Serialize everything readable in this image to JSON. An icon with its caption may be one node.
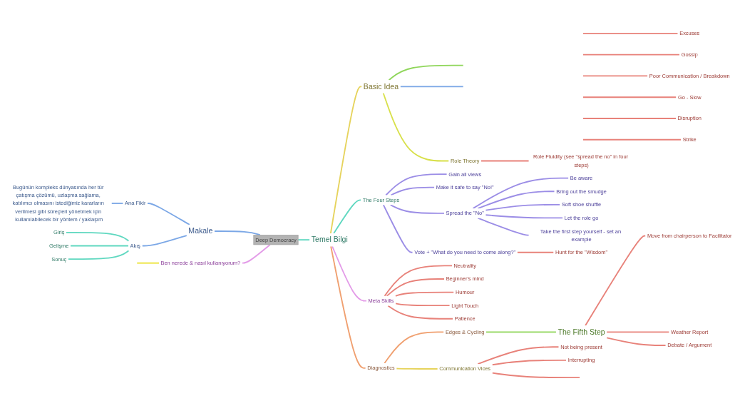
{
  "diagram": {
    "nodes": [
      {
        "text": [
          "Deep Democracy"
        ]
      },
      {
        "text": [
          "Makale"
        ]
      },
      {
        "text": [
          "Ana Fikir"
        ]
      },
      {
        "text": [
          "Bugünün kompleks dünyasında her tür çatışma çözümü, uzlaşma sağlama, katılımcı olmasını istediğimiz kararların verilmesi gibi süreçleri yönetmek için kullanılabilecek bir yöntem / yaklaşım"
        ]
      },
      {
        "text": [
          "Akış"
        ]
      },
      {
        "text": [
          "Giriş"
        ]
      },
      {
        "text": [
          "Gelişme"
        ]
      },
      {
        "text": [
          "Sonuç"
        ]
      },
      {
        "text": [
          "Ben nerede & nasıl kullanıyorum?"
        ]
      },
      {
        "text": [
          "Temel Bilgi"
        ]
      },
      {
        "text": [
          "Basic Idea"
        ]
      },
      {
        "text": [
          "Excuses"
        ]
      },
      {
        "text": [
          "Gossip"
        ]
      },
      {
        "text": [
          "Poor Communication / Breakdown"
        ]
      },
      {
        "text": [
          "Go - Slow"
        ]
      },
      {
        "text": [
          "Disruption"
        ]
      },
      {
        "text": [
          "Strike"
        ]
      },
      {
        "text": [
          "Role Theory"
        ]
      },
      {
        "text": [
          "Role Fluidity (see \"spread the no\" in four steps)"
        ]
      },
      {
        "text": [
          "The Four Steps"
        ]
      },
      {
        "text": [
          "Gain all views"
        ]
      },
      {
        "text": [
          "Make it safe to say \"No!\""
        ]
      },
      {
        "text": [
          "Spread the \"No\""
        ]
      },
      {
        "text": [
          "Be aware"
        ]
      },
      {
        "text": [
          "Bring out the smudge"
        ]
      },
      {
        "text": [
          "Soft shoe shuffle"
        ]
      },
      {
        "text": [
          "Let the role go"
        ]
      },
      {
        "text": [
          "Take the first step yourself - set an example"
        ]
      },
      {
        "text": [
          "Vote + \"What do you need to come along?\""
        ]
      },
      {
        "text": [
          "Hunt for the \"Wisdom\""
        ]
      },
      {
        "text": [
          "Meta Skills"
        ]
      },
      {
        "text": [
          "Neutrality"
        ]
      },
      {
        "text": [
          "Beginner's mind"
        ]
      },
      {
        "text": [
          "Humour"
        ]
      },
      {
        "text": [
          "Light Touch"
        ]
      },
      {
        "text": [
          "Patience"
        ]
      },
      {
        "text": [
          "Diagnostics"
        ]
      },
      {
        "text": [
          "Edges & Cycling"
        ]
      },
      {
        "text": [
          "The Fifth Step"
        ]
      },
      {
        "text": [
          "Move from chairperson to Facilitator"
        ]
      },
      {
        "text": [
          "Weather Report"
        ]
      },
      {
        "text": [
          "Debate / Argument"
        ]
      },
      {
        "text": [
          "Communication Vices"
        ]
      },
      {
        "text": [
          "Not being present"
        ]
      },
      {
        "text": [
          "Interrupting"
        ]
      }
    ],
    "edges": [
      {
        "from": 0,
        "to": 1,
        "arrow": "none",
        "color": "#7ba7e6"
      },
      {
        "from": 1,
        "to": 2,
        "arrow": "none",
        "color": "#7ba7e6"
      },
      {
        "from": 2,
        "to": 3,
        "arrow": "none",
        "color": "#7ba7e6"
      },
      {
        "from": 1,
        "to": 4,
        "arrow": "none",
        "color": "#7ba7e6"
      },
      {
        "from": 4,
        "to": 5,
        "arrow": "none",
        "color": "#5fd8c0"
      },
      {
        "from": 4,
        "to": 6,
        "arrow": "none",
        "color": "#5fd8c0"
      },
      {
        "from": 4,
        "to": 7,
        "arrow": "none",
        "color": "#5fd8c0"
      },
      {
        "from": 0,
        "to": 8,
        "arrow": "none",
        "color": "#e39be8"
      },
      {
        "from": 8,
        "to": null,
        "arrow": "none",
        "color": "#ece33a"
      },
      {
        "from": 0,
        "to": 9,
        "arrow": "none",
        "color": "#5fd8c0"
      },
      {
        "from": 9,
        "to": 10,
        "arrow": "none",
        "color": "#e6d35c"
      },
      {
        "from": 10,
        "to": null,
        "arrow": "none",
        "color": "#8fd65a"
      },
      {
        "from": 10,
        "to": null,
        "arrow": "none",
        "color": "#7ba7e6"
      },
      {
        "from": null,
        "to": 11,
        "arrow": "none"
      },
      {
        "from": null,
        "to": 12,
        "arrow": "none"
      },
      {
        "from": null,
        "to": 13,
        "arrow": "none"
      },
      {
        "from": null,
        "to": 14,
        "arrow": "none"
      },
      {
        "from": null,
        "to": 15,
        "arrow": "none"
      },
      {
        "from": null,
        "to": 16,
        "arrow": "none"
      },
      {
        "from": 10,
        "to": 17,
        "arrow": "none",
        "color": "#d8e04a"
      },
      {
        "from": 17,
        "to": 18,
        "arrow": "none"
      },
      {
        "from": 9,
        "to": 19,
        "arrow": "none",
        "color": "#5fd8c0"
      },
      {
        "from": 19,
        "to": 20,
        "arrow": "none",
        "color": "#9b8de6"
      },
      {
        "from": 19,
        "to": 21,
        "arrow": "none",
        "color": "#9b8de6"
      },
      {
        "from": 19,
        "to": 22,
        "arrow": "none",
        "color": "#9b8de6"
      },
      {
        "from": 22,
        "to": 23,
        "arrow": "none",
        "color": "#9b8de6"
      },
      {
        "from": 22,
        "to": 24,
        "arrow": "none",
        "color": "#9b8de6"
      },
      {
        "from": 22,
        "to": 25,
        "arrow": "none",
        "color": "#9b8de6"
      },
      {
        "from": 22,
        "to": 26,
        "arrow": "none",
        "color": "#9b8de6"
      },
      {
        "from": 22,
        "to": 27,
        "arrow": "none",
        "color": "#9b8de6"
      },
      {
        "from": 19,
        "to": 28,
        "arrow": "none",
        "color": "#9b8de6"
      },
      {
        "from": 28,
        "to": 29,
        "arrow": "none"
      },
      {
        "from": 9,
        "to": 30,
        "arrow": "none",
        "color": "#e39be8"
      },
      {
        "from": 30,
        "to": 31,
        "arrow": "none"
      },
      {
        "from": 30,
        "to": 32,
        "arrow": "none"
      },
      {
        "from": 30,
        "to": 33,
        "arrow": "none"
      },
      {
        "from": 30,
        "to": 34,
        "arrow": "none"
      },
      {
        "from": 30,
        "to": 35,
        "arrow": "none"
      },
      {
        "from": 9,
        "to": 36,
        "arrow": "none",
        "color": "#f0a070"
      },
      {
        "from": 36,
        "to": 37,
        "arrow": "none",
        "color": "#f0a070"
      },
      {
        "from": 37,
        "to": 38,
        "arrow": "none",
        "color": "#8fd65a"
      },
      {
        "from": 38,
        "to": 39,
        "arrow": "none"
      },
      {
        "from": 38,
        "to": 40,
        "arrow": "none"
      },
      {
        "from": 38,
        "to": 41,
        "arrow": "none"
      },
      {
        "from": 36,
        "to": 42,
        "arrow": "none",
        "color": "#e6d35c"
      },
      {
        "from": 42,
        "to": 43,
        "arrow": "none"
      },
      {
        "from": 42,
        "to": 44,
        "arrow": "none"
      },
      {
        "from": 42,
        "to": null,
        "arrow": "none"
      }
    ]
  }
}
